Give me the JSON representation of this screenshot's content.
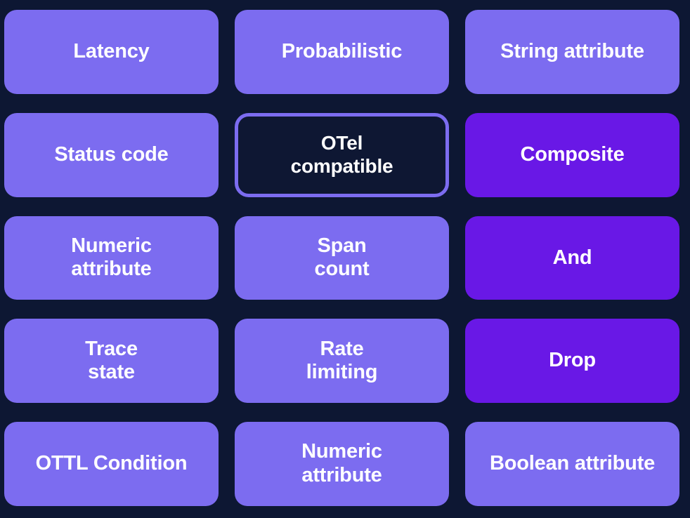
{
  "canvas": {
    "background_color": "#0d1733",
    "columns": 3,
    "rows": 5
  },
  "palette": {
    "tile_light_purple": "#7c6cf0",
    "tile_strong_purple": "#6918e6",
    "tile_outline_background": "#0e1733",
    "tile_outline_border": "#7c6cf0",
    "label_color": "#ffffff"
  },
  "tiles": [
    {
      "label": "Latency",
      "variant": "light",
      "row": 1,
      "column": 1
    },
    {
      "label": "Probabilistic",
      "variant": "light",
      "row": 1,
      "column": 2
    },
    {
      "label": "String attribute",
      "variant": "light",
      "row": 1,
      "column": 3
    },
    {
      "label": "Status code",
      "variant": "light",
      "row": 2,
      "column": 1
    },
    {
      "label": "OTel\ncompatible",
      "variant": "outline",
      "row": 2,
      "column": 2
    },
    {
      "label": "Composite",
      "variant": "strong",
      "row": 2,
      "column": 3
    },
    {
      "label": "Numeric\nattribute",
      "variant": "light",
      "row": 3,
      "column": 1
    },
    {
      "label": "Span\ncount",
      "variant": "light",
      "row": 3,
      "column": 2
    },
    {
      "label": "And",
      "variant": "strong",
      "row": 3,
      "column": 3
    },
    {
      "label": "Trace\nstate",
      "variant": "light",
      "row": 4,
      "column": 1
    },
    {
      "label": "Rate\nlimiting",
      "variant": "light",
      "row": 4,
      "column": 2
    },
    {
      "label": "Drop",
      "variant": "strong",
      "row": 4,
      "column": 3
    },
    {
      "label": "OTTL Condition",
      "variant": "light",
      "row": 5,
      "column": 1
    },
    {
      "label": "Numeric\nattribute",
      "variant": "light",
      "row": 5,
      "column": 2
    },
    {
      "label": "Boolean attribute",
      "variant": "light",
      "row": 5,
      "column": 3
    }
  ]
}
